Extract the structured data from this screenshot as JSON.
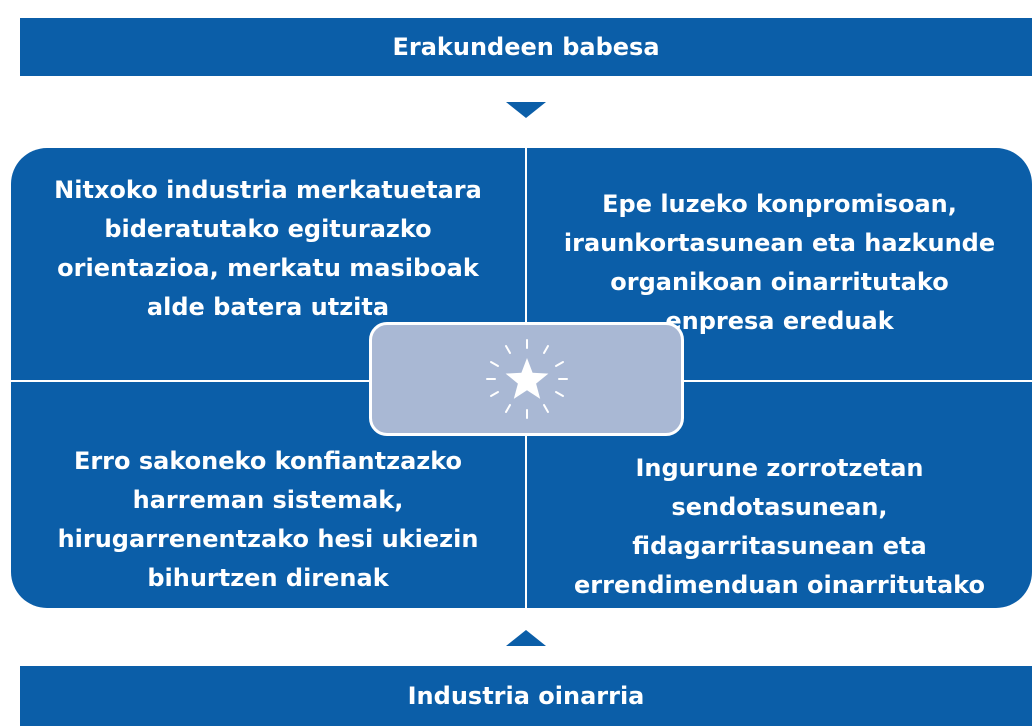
{
  "header": {
    "title": "Erakundeen babesa"
  },
  "footer": {
    "title": "Industria oinarria"
  },
  "quadrants": {
    "top_left": [
      "Nitxoko industria merkatuetara",
      "bideratutako egiturazko",
      "orientazioa, merkatu masiboak",
      "alde batera utzita"
    ],
    "top_right": [
      "Epe luzeko konpromisoan,",
      "iraunkortasunean eta hazkunde",
      "organikoan oinarritutako",
      "enpresa ereduak"
    ],
    "bottom_left": [
      "Erro sakoneko konfiantzazko",
      "harreman sistemak,",
      "hirugarrenentzako hesi ukiezin",
      "bihurtzen direnak"
    ],
    "bottom_right": [
      "Ingurune zorrotzetan",
      "sendotasunean,",
      "fidagarritasunean eta",
      "errendimenduan oinarritutako"
    ]
  },
  "colors": {
    "primary": "#0b5ea8",
    "center": "#a9b8d4",
    "accent": "#ffffff"
  },
  "icons": {
    "center": "star-burst-icon",
    "down_arrow": "arrow-down-icon",
    "up_arrow": "arrow-up-icon"
  }
}
